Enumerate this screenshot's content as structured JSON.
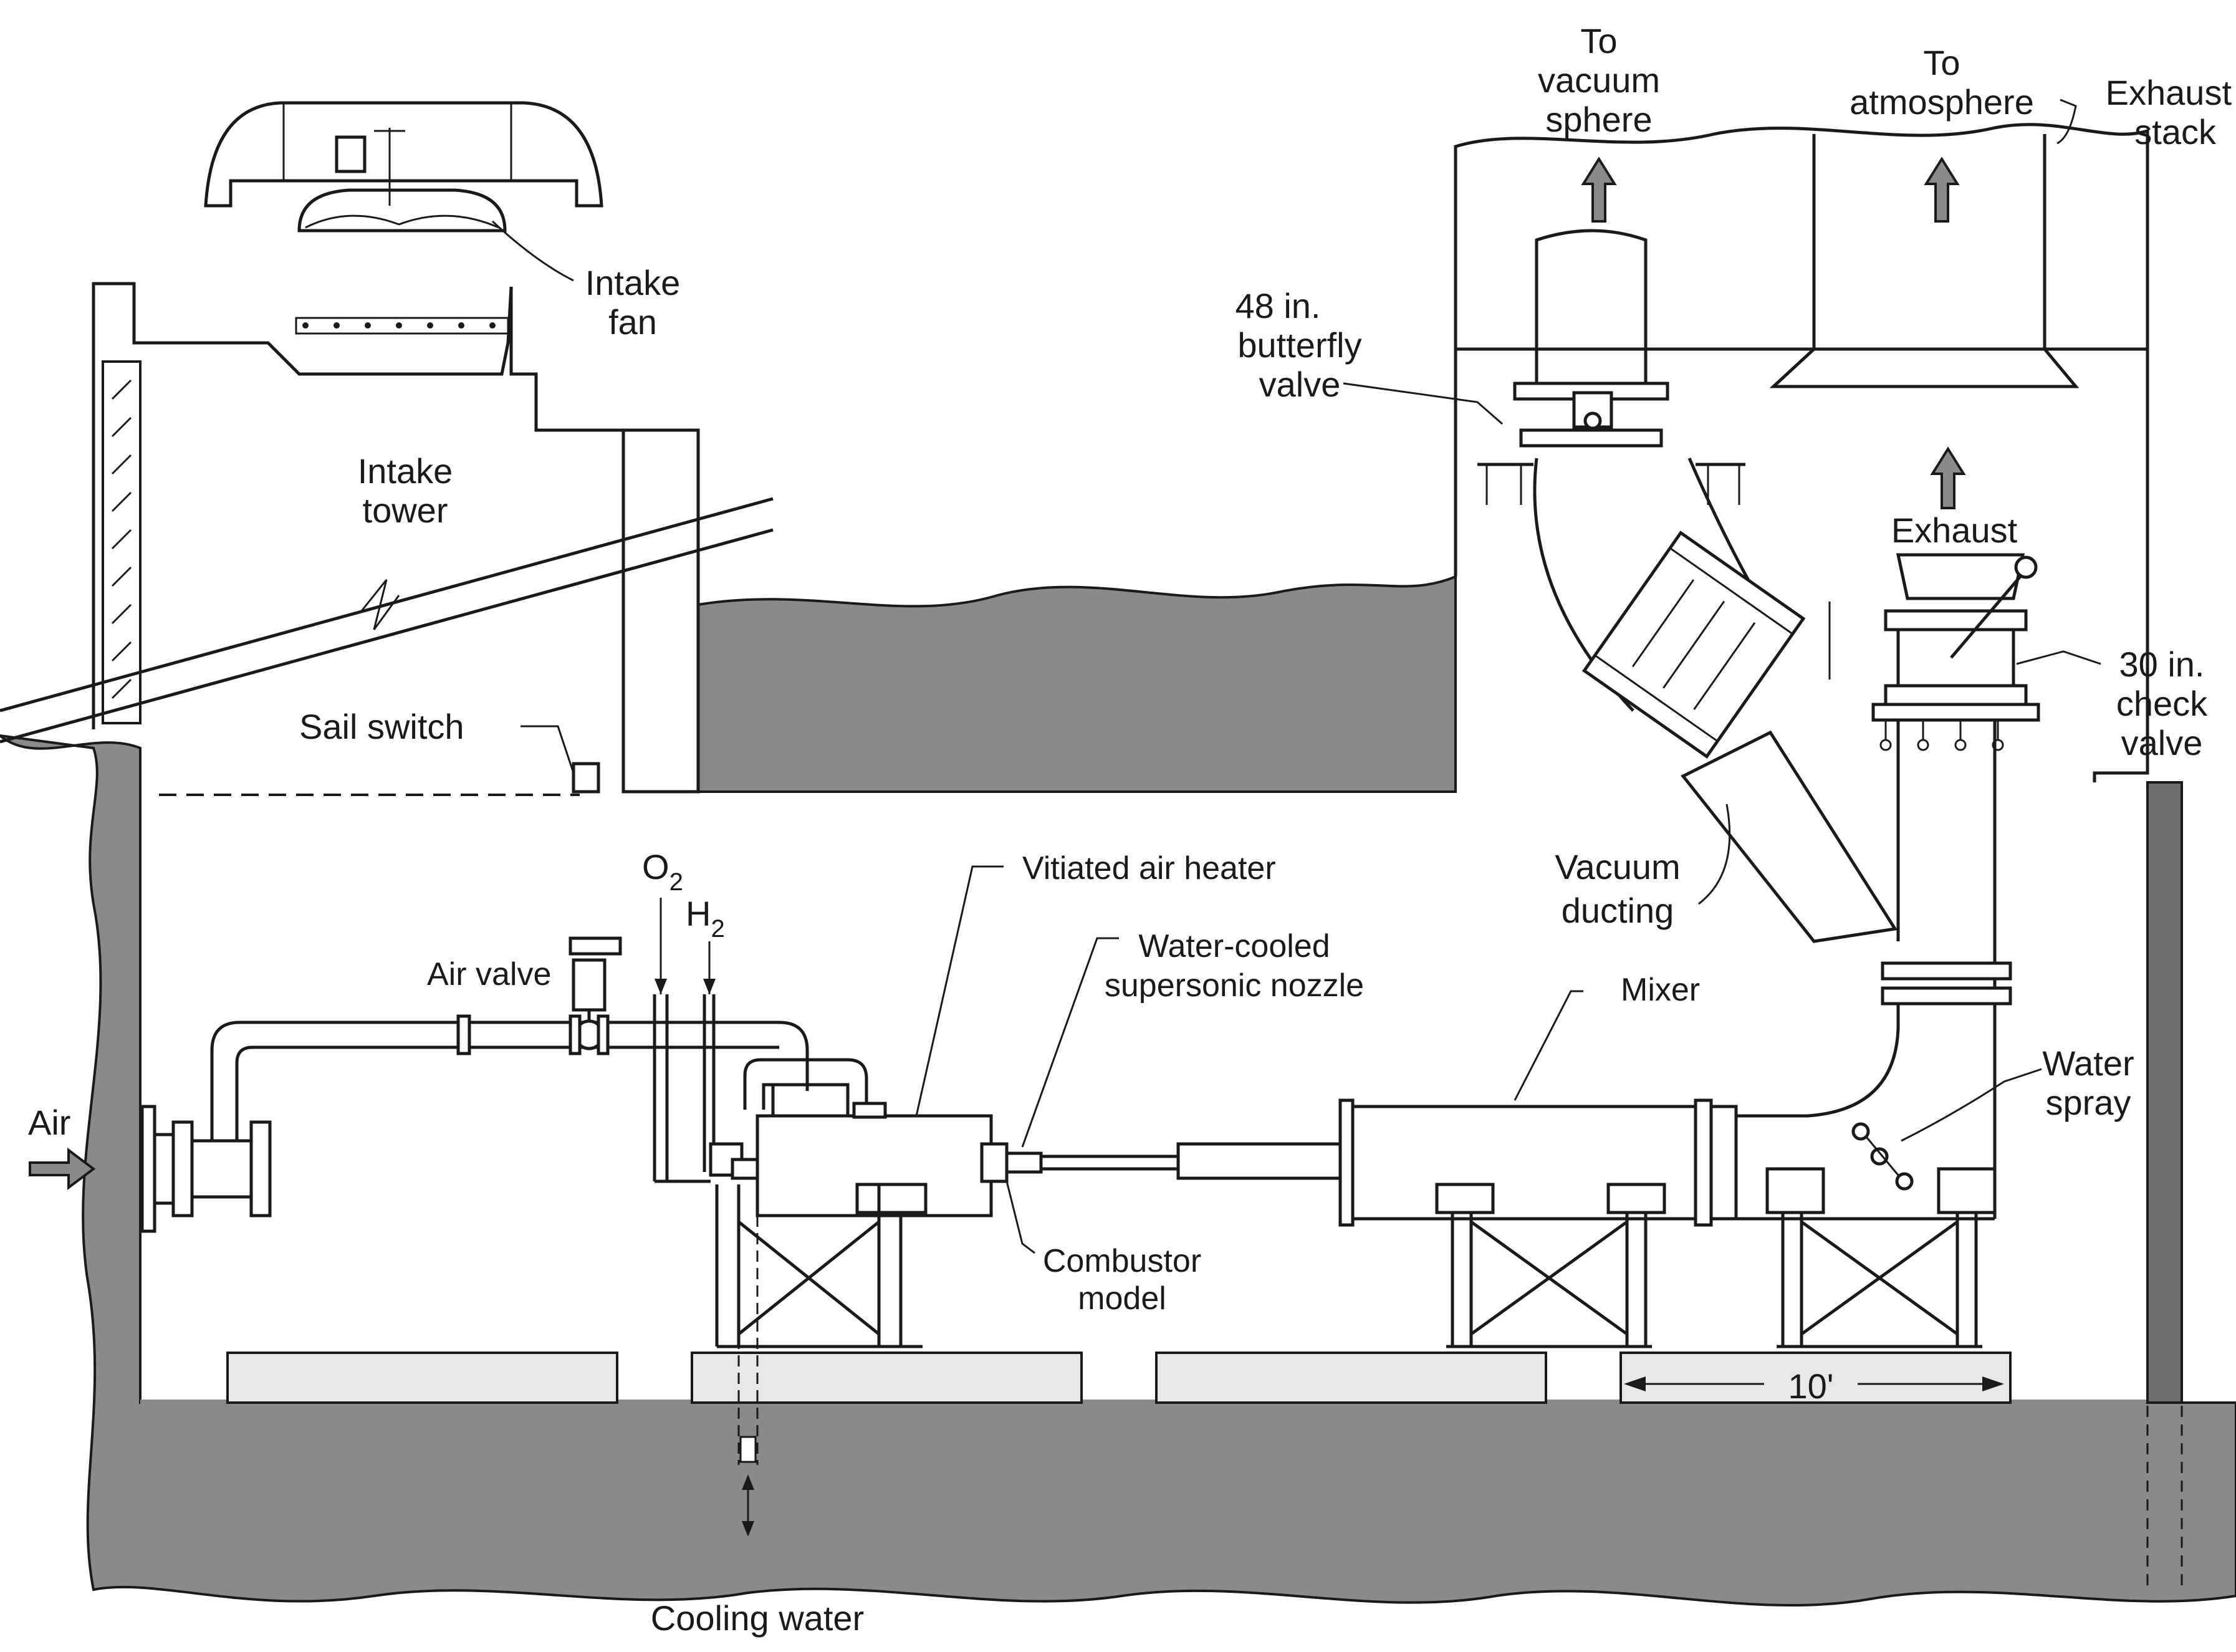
{
  "labels": {
    "to_vacuum_sphere": [
      "To",
      "vacuum",
      "sphere"
    ],
    "to_atmosphere": [
      "To",
      "atmosphere"
    ],
    "exhaust_stack": [
      "Exhaust",
      "stack"
    ],
    "intake_fan": [
      "Intake",
      "fan"
    ],
    "butterfly_valve": [
      "48 in.",
      "butterfly",
      "valve"
    ],
    "intake_tower": [
      "Intake",
      "tower"
    ],
    "exhaust": "Exhaust",
    "check_valve": [
      "30 in.",
      "check",
      "valve"
    ],
    "sail_switch": "Sail switch",
    "vacuum_ducting": [
      "Vacuum",
      "ducting"
    ],
    "o2": {
      "base": "O",
      "sub": "2"
    },
    "h2": {
      "base": "H",
      "sub": "2"
    },
    "vitiated_air_heater": "Vitiated air heater",
    "water_cooled_nozzle": [
      "Water-cooled",
      "supersonic nozzle"
    ],
    "air_valve": "Air valve",
    "mixer": "Mixer",
    "water_spray": [
      "Water",
      "spray"
    ],
    "air": "Air",
    "combustor_model": [
      "Combustor",
      "model"
    ],
    "scale": "10'",
    "cooling_water": "Cooling water"
  },
  "colors": {
    "ground": "#8a8a8a",
    "line": "#1a1a1a",
    "background": "#ffffff",
    "pad": "#e8e8e8"
  }
}
